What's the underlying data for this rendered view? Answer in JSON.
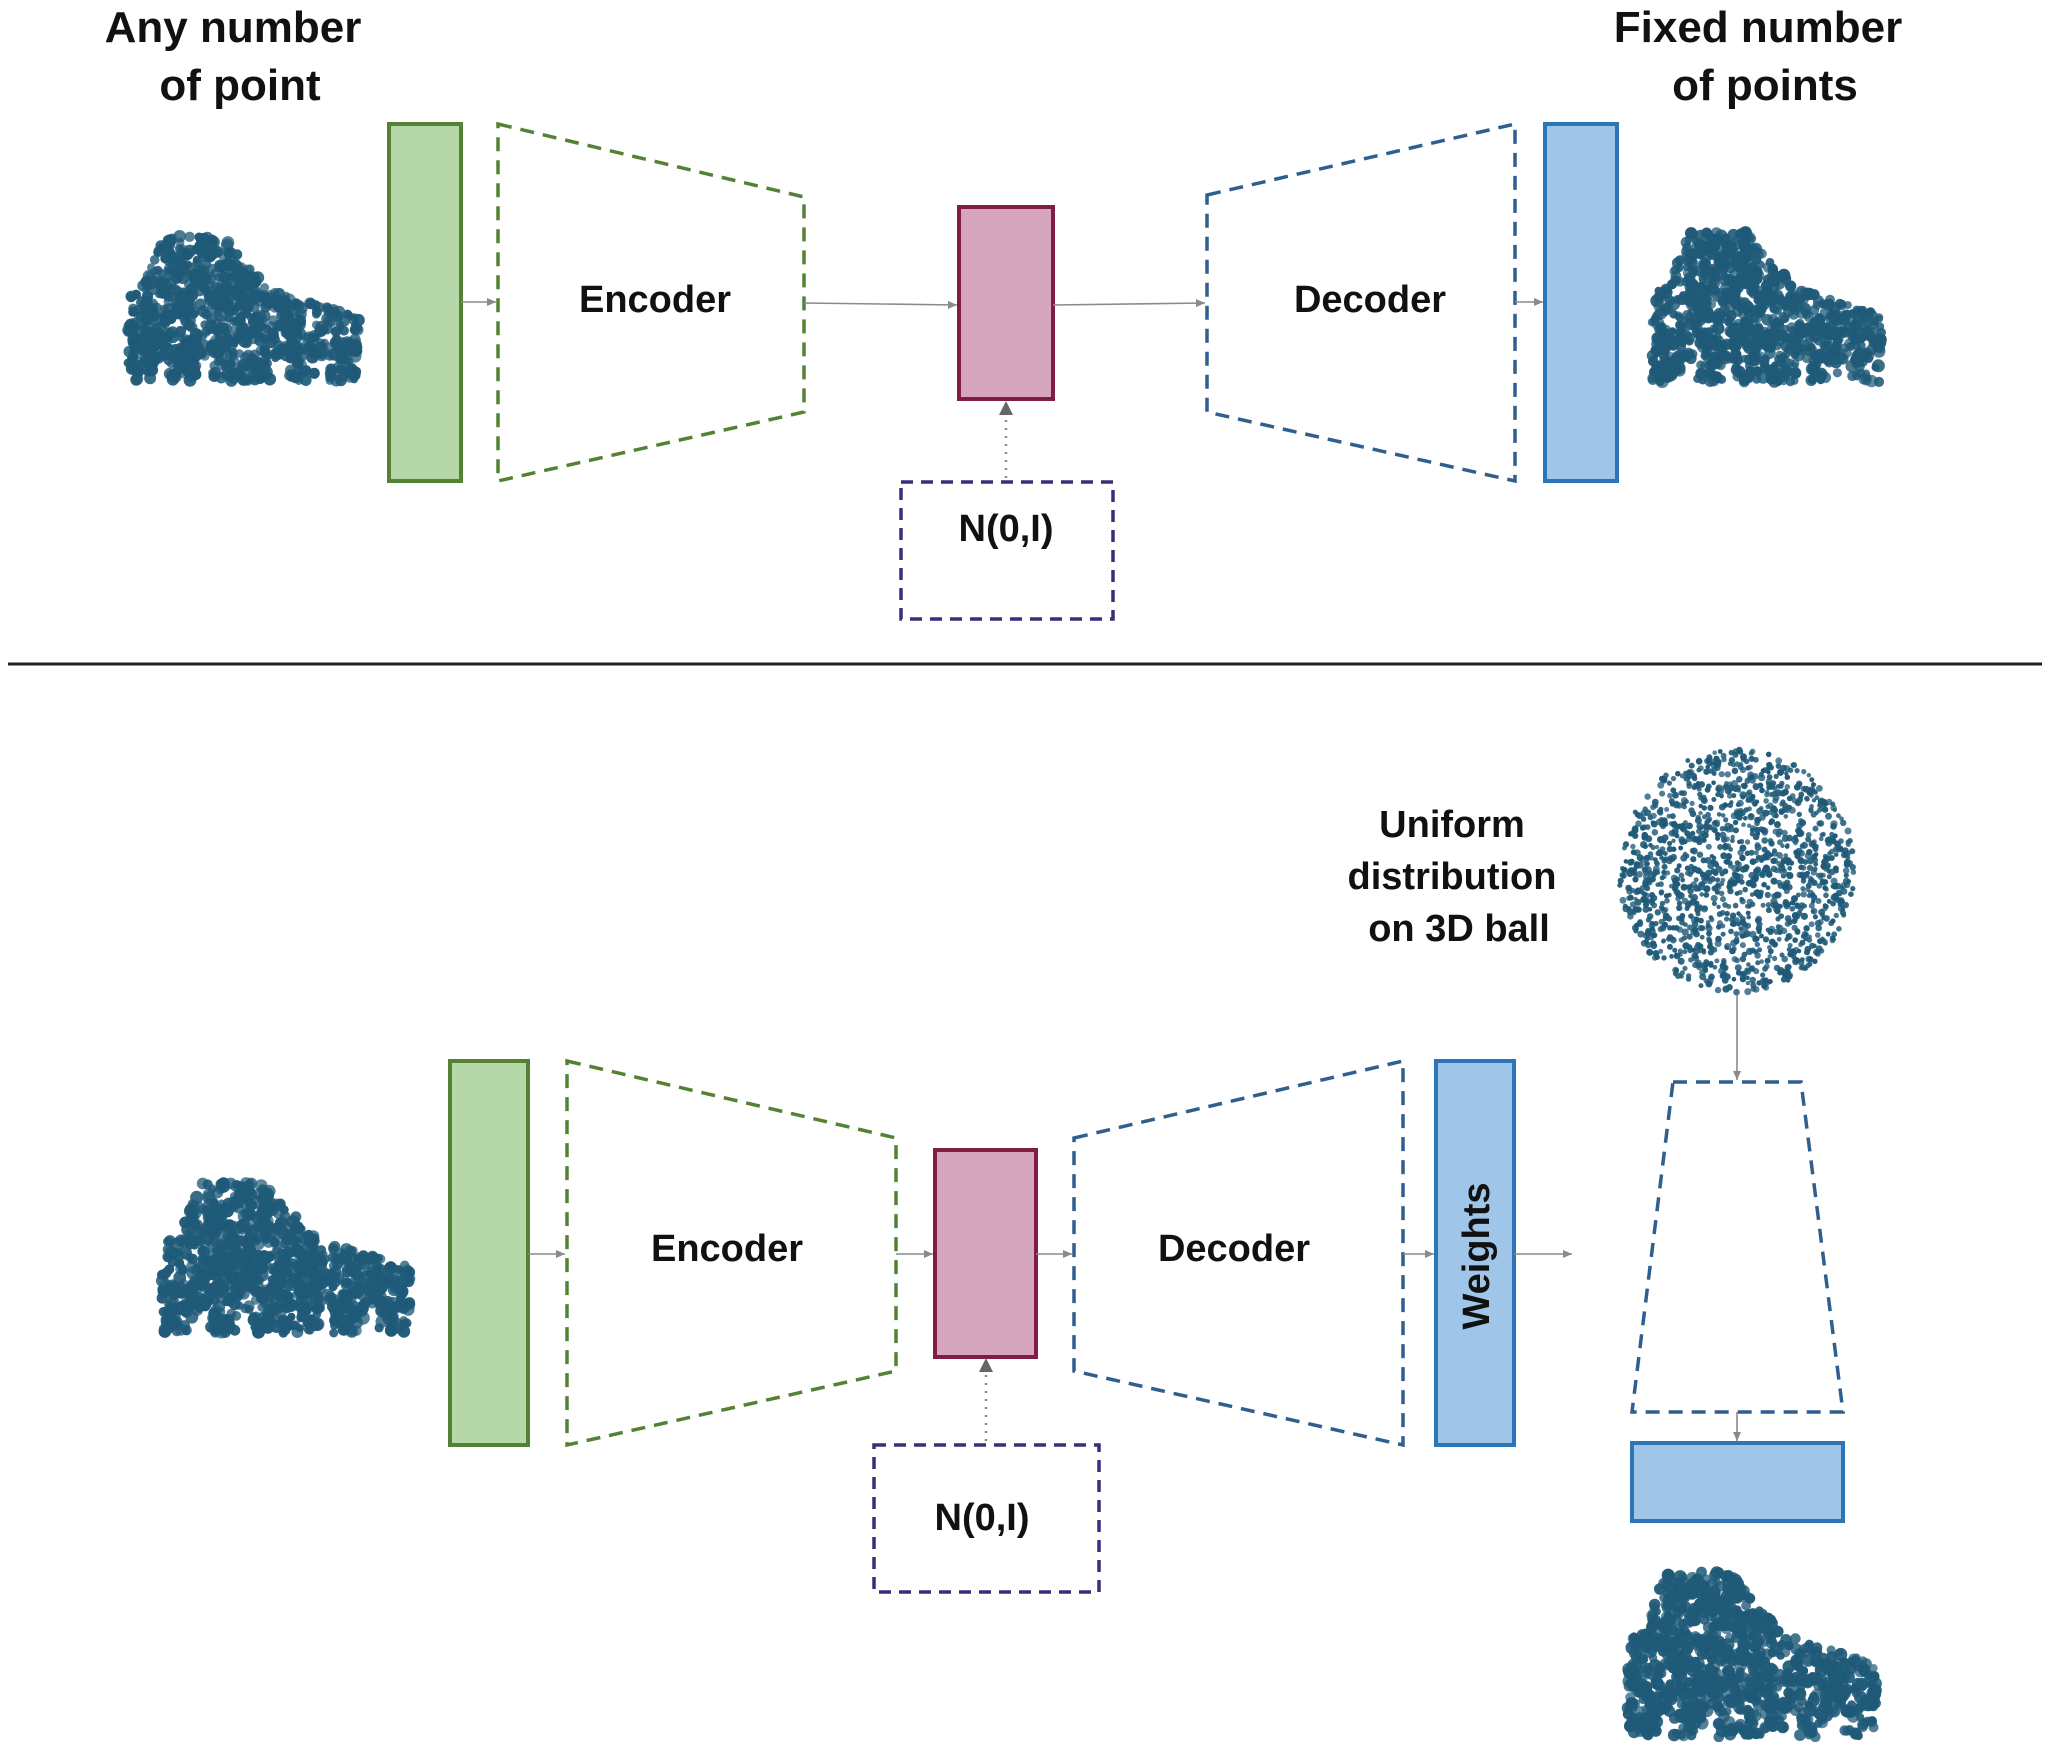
{
  "top": {
    "input_caption_line1": "Any number",
    "input_caption_line2": "of point",
    "output_caption_line1": "Fixed number",
    "output_caption_line2": "of points",
    "encoder_label": "Encoder",
    "decoder_label": "Decoder",
    "noise_label": "N(0,I)"
  },
  "bottom": {
    "encoder_label": "Encoder",
    "decoder_label": "Decoder",
    "noise_label": "N(0,I)",
    "weights_label": "Weights",
    "uniform_caption_line1": "Uniform",
    "uniform_caption_line2": "distribution",
    "uniform_caption_line3": "on 3D ball"
  },
  "colors": {
    "point_cloud": "#1f5a78",
    "input_box": "#b6d7a8",
    "latent_box": "#d5a6bd",
    "output_box": "#9fc5e8"
  }
}
